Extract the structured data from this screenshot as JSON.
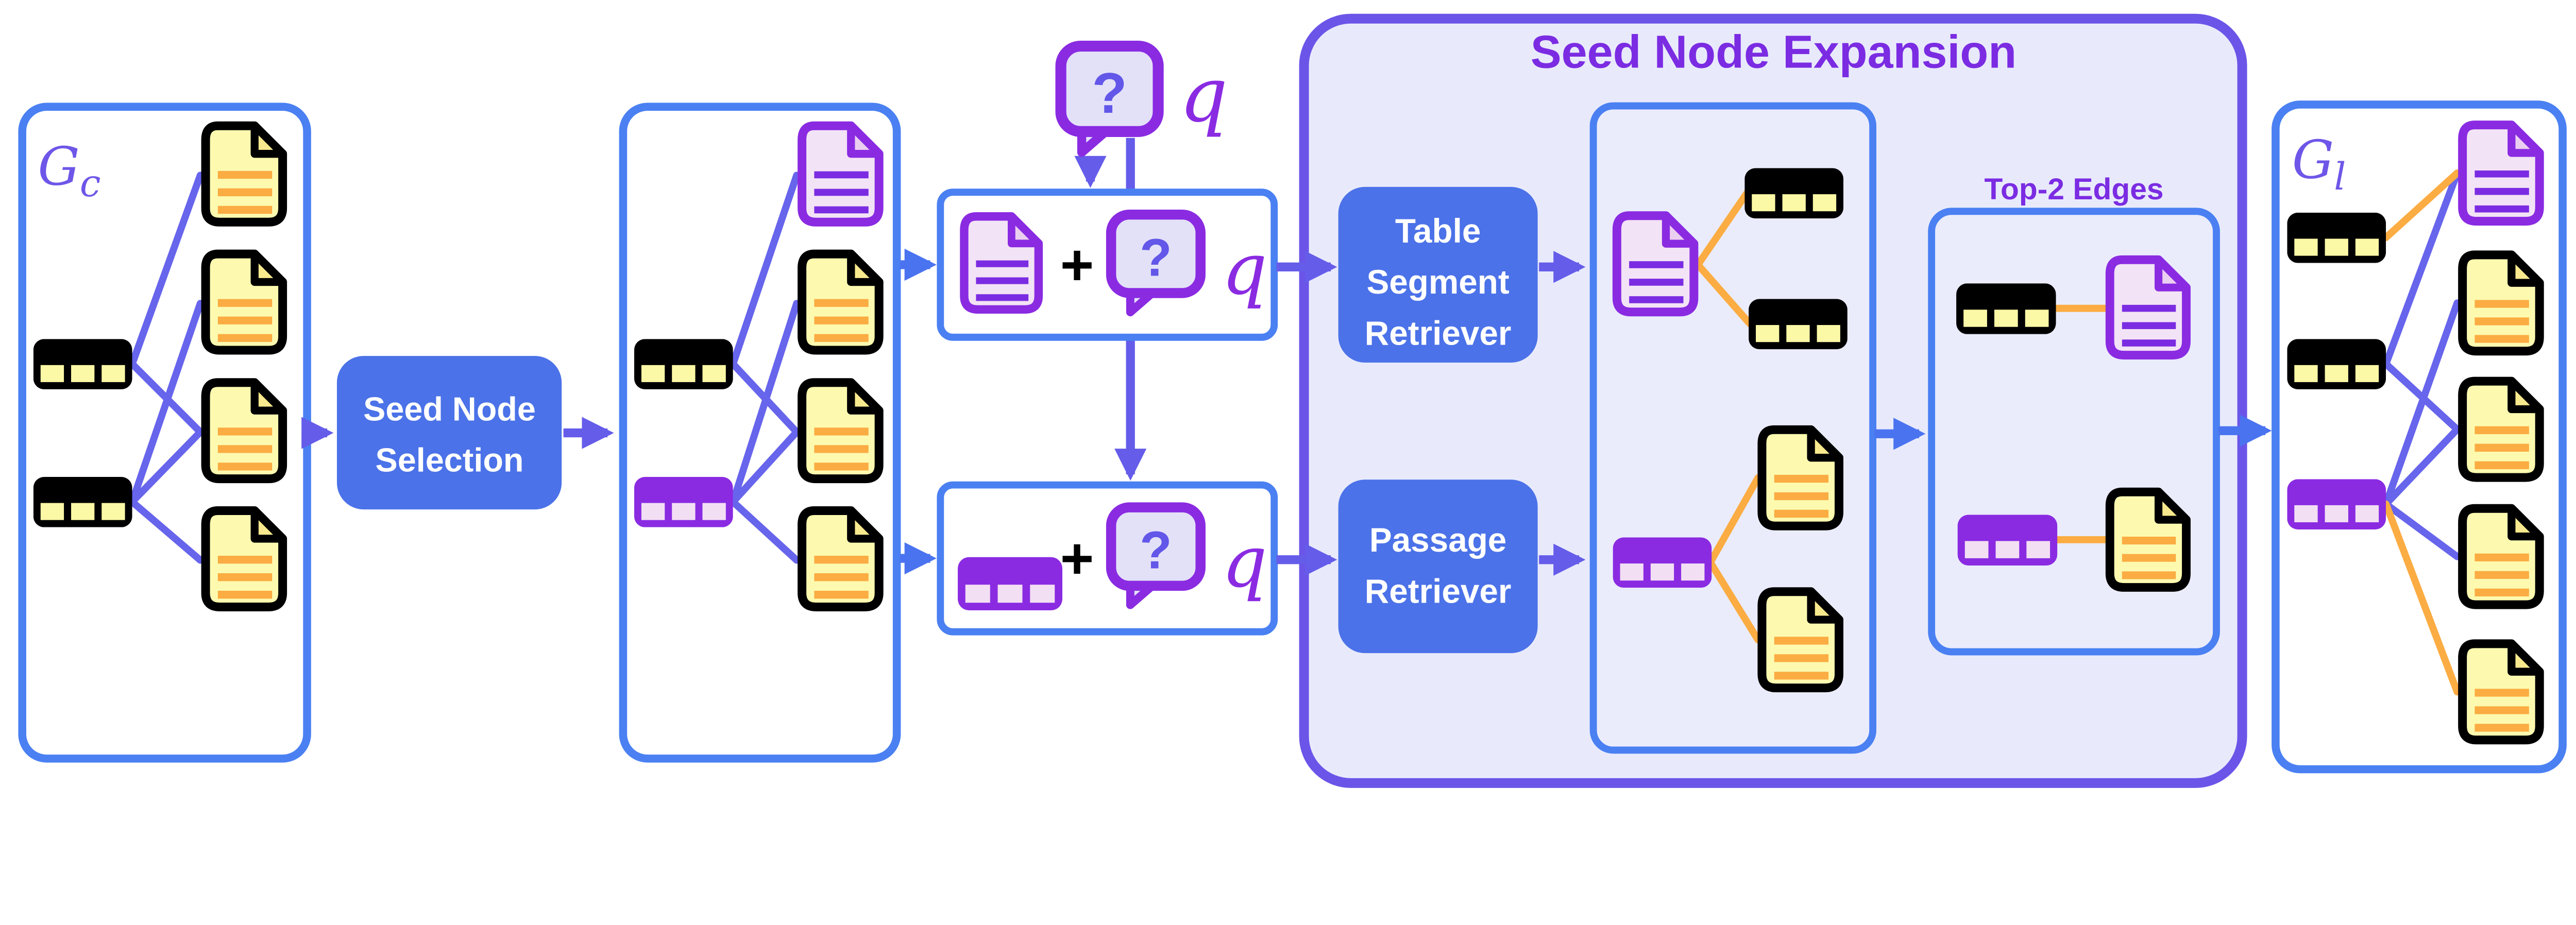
{
  "figure": {
    "type": "retrieval-pipeline-diagram",
    "background": "#FFFFFF"
  },
  "labels": {
    "graph_coarse": {
      "main": "G",
      "sub": "c"
    },
    "graph_local": {
      "main": "G",
      "sub": "l"
    },
    "expansion_title": "Seed Node Expansion",
    "top2_edges": "Top-2 Edges"
  },
  "buttons": {
    "seed_node_selection": {
      "line1": "Seed Node",
      "line2": "Selection"
    },
    "table_segment_retriever": {
      "line1": "Table",
      "line2": "Segment",
      "line3": "Retriever"
    },
    "passage_retriever": {
      "line1": "Passage",
      "line2": "Retriever"
    }
  },
  "query": {
    "letter": "q",
    "question_mark": "?",
    "plus": "+"
  },
  "colors": {
    "panel_border_blue": "#4A80F2",
    "expansion_panel_border": "#6B55E8",
    "expansion_panel_fill": "#E8EAFC",
    "inner_panel_fill": "#EAECFC",
    "button_blue": "#4B72E8",
    "button_text": "#FFFFFF",
    "title_purple": "#7B2CE2",
    "icon_purple": "#8A2BE2",
    "purple_doc_fill": "#F3E3F6",
    "yellow_doc_fill": "#FDFAB0",
    "doc_line_orange": "#FBAC42",
    "graph_edge_violet": "#6765EC",
    "new_edge_orange": "#FBAC42",
    "arrow_violet": "#655CEA",
    "arrow_blue": "#4A73F0",
    "table_black": "#000000",
    "table_cell_yellow": "#FBF8A6",
    "table_cell_pink": "#F3DFF4",
    "bubble_fill": "#E3E1F8",
    "question_mark_color": "#6257E8",
    "math_label_color": "#6E56E8"
  },
  "graph_structure": {
    "coarse_graph": {
      "tables": [
        "black",
        "black"
      ],
      "documents": [
        "yellow",
        "yellow",
        "yellow",
        "yellow"
      ],
      "edges": [
        [
          "table1",
          "doc1"
        ],
        [
          "table1",
          "doc3"
        ],
        [
          "table2",
          "doc2"
        ],
        [
          "table2",
          "doc3"
        ],
        [
          "table2",
          "doc4"
        ]
      ]
    },
    "seeded_graph": {
      "tables": [
        "black",
        "purple-seed"
      ],
      "documents": [
        "purple-seed",
        "yellow",
        "yellow",
        "yellow"
      ],
      "edges": [
        [
          "table1",
          "doc1"
        ],
        [
          "table1",
          "doc3"
        ],
        [
          "table2",
          "doc2"
        ],
        [
          "table2",
          "doc3"
        ],
        [
          "table2",
          "doc4"
        ]
      ]
    },
    "expansion_results": {
      "table_segment_retrieval": {
        "seed": "purple-document",
        "retrieved": [
          "black-table",
          "black-table"
        ]
      },
      "passage_retrieval": {
        "seed": "purple-table",
        "retrieved": [
          "yellow-document",
          "yellow-document"
        ]
      }
    },
    "top2_edges_kept": [
      [
        "black-table",
        "purple-document"
      ],
      [
        "purple-table",
        "yellow-document"
      ]
    ],
    "local_graph": {
      "tables": [
        "black-new",
        "black",
        "purple-seed"
      ],
      "documents": [
        "purple-seed",
        "yellow",
        "yellow",
        "yellow",
        "yellow-new"
      ],
      "blue_edges": [
        [
          "table2",
          "doc1"
        ],
        [
          "table2",
          "doc3"
        ],
        [
          "table3",
          "doc2"
        ],
        [
          "table3",
          "doc3"
        ],
        [
          "table3",
          "doc4"
        ]
      ],
      "orange_edges": [
        [
          "table1",
          "doc1"
        ],
        [
          "table3",
          "doc5"
        ]
      ]
    }
  }
}
